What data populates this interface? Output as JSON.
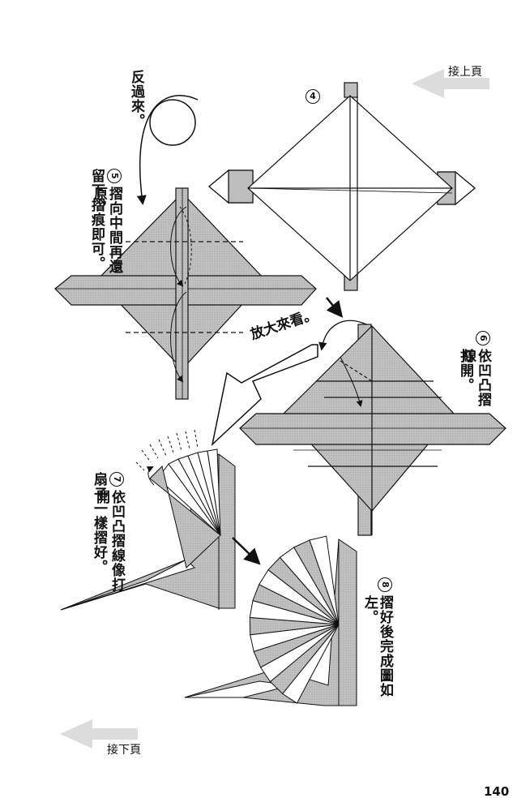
{
  "nav": {
    "prev_label": "接上頁",
    "next_label": "接下頁"
  },
  "steps": [
    {
      "number": "4",
      "text": ""
    },
    {
      "number": "5",
      "text_lines": [
        "摺向中間再還原，",
        "留下摺痕即可。"
      ]
    },
    {
      "number": "6",
      "text_lines": [
        "依凹凸摺線",
        "打開。"
      ]
    },
    {
      "number": "7",
      "text_lines": [
        "依凹凸摺線像打開",
        "扇子一樣摺好。"
      ]
    },
    {
      "number": "8",
      "text_lines": [
        "摺好後完成圖如左。"
      ]
    }
  ],
  "notes": {
    "turn_over": "反過來。",
    "zoom_in": "放大來看。"
  },
  "page_number": "140",
  "colors": {
    "paper_fill": "#bdbdbd",
    "ink": "#111111",
    "nav_arrow": "#d9d9d9"
  }
}
